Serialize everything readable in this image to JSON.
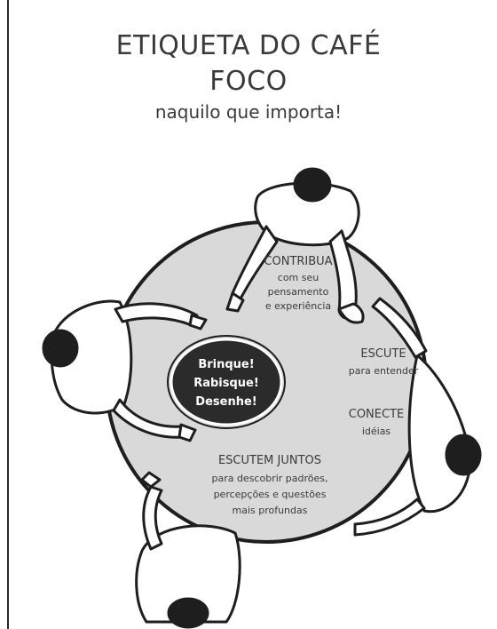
{
  "title": {
    "line1": "ETIQUETA DO CAFÉ",
    "line2": "FOCO",
    "subtitle": "naquilo que importa!"
  },
  "table": {
    "contribute": {
      "heading": "CONTRIBUA",
      "lines": [
        "com seu",
        "pensamento",
        "e experiência"
      ]
    },
    "listen": {
      "heading": "ESCUTE",
      "lines": [
        "para entender"
      ]
    },
    "connect": {
      "heading": "CONECTE",
      "lines": [
        "idéias"
      ]
    },
    "listen_together": {
      "heading": "ESCUTEM JUNTOS",
      "lines": [
        "para descobrir padrões,",
        "percepções e questões",
        "mais profundas"
      ]
    },
    "center": {
      "lines": [
        "Brinque!",
        "Rabisque!",
        "Desenhe!"
      ]
    }
  },
  "colors": {
    "table_fill": "#d9d9d9",
    "center_fill": "#2b2b2b",
    "ink": "#1e1e1e"
  }
}
